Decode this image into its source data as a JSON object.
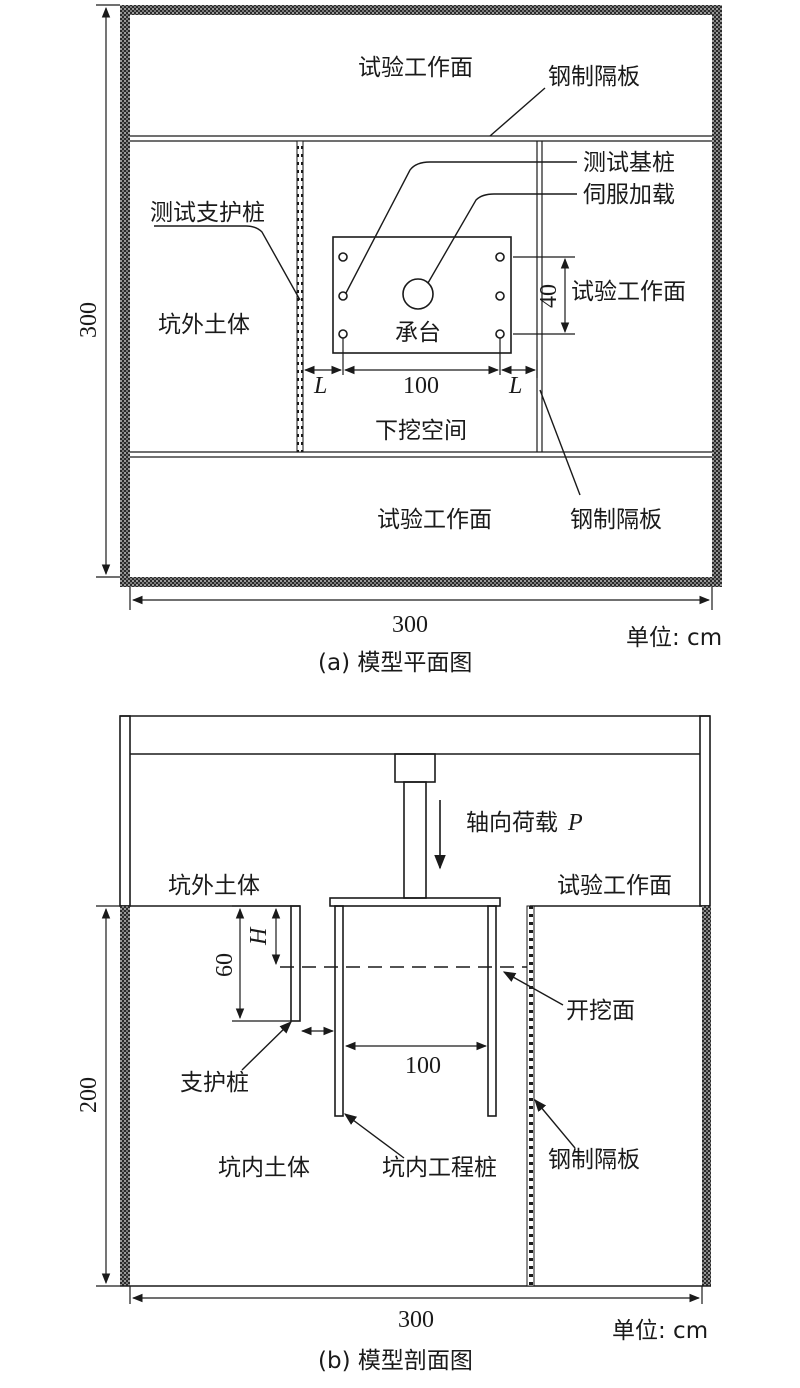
{
  "plan": {
    "top_face": "试验工作面",
    "top_plate": "钢制隔板",
    "test_pile": "测试基桩",
    "servo": "伺服加载",
    "support_pile": "测试支护桩",
    "outside_soil": "坑外土体",
    "right_face": "试验工作面",
    "cap": "承台",
    "dim_40": "40",
    "dim_L_left": "L",
    "dim_100": "100",
    "dim_L_right": "L",
    "excavation": "下挖空间",
    "bottom_face": "试验工作面",
    "bottom_plate": "钢制隔板",
    "dim_300_v": "300",
    "dim_300_h": "300",
    "unit": "单位: cm",
    "caption": "(a) 模型平面图"
  },
  "section": {
    "axial_load": "轴向荷载",
    "axial_load_symbol": "P",
    "outside_soil": "坑外土体",
    "right_face": "试验工作面",
    "dim_H": "H",
    "dim_60": "60",
    "excavation_face": "开挖面",
    "dim_100": "100",
    "support_pile": "支护桩",
    "dim_200": "200",
    "inside_soil": "坑内土体",
    "eng_pile": "坑内工程桩",
    "steel_plate": "钢制隔板",
    "dim_300": "300",
    "unit": "单位: cm",
    "caption": "(b) 模型剖面图"
  }
}
